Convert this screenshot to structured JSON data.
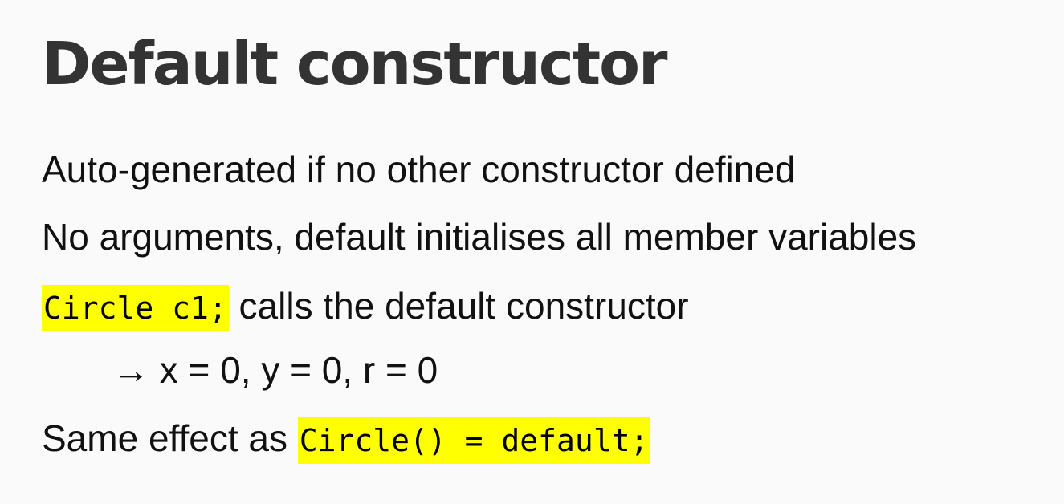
{
  "slide": {
    "title": "Default constructor",
    "line1": "Auto-generated if no other constructor defined",
    "line2": "No arguments, default initialises all member variables",
    "line3": {
      "code": "Circle c1;",
      "text": " calls the default constructor"
    },
    "line4": {
      "arrow": "→",
      "text": " x = 0, y = 0, r = 0"
    },
    "line5": {
      "text": "Same effect as ",
      "code": "Circle() = default;"
    }
  },
  "colors": {
    "background": "#fafafa",
    "title": "#333333",
    "text": "#111111",
    "highlight": "#ffff00"
  }
}
